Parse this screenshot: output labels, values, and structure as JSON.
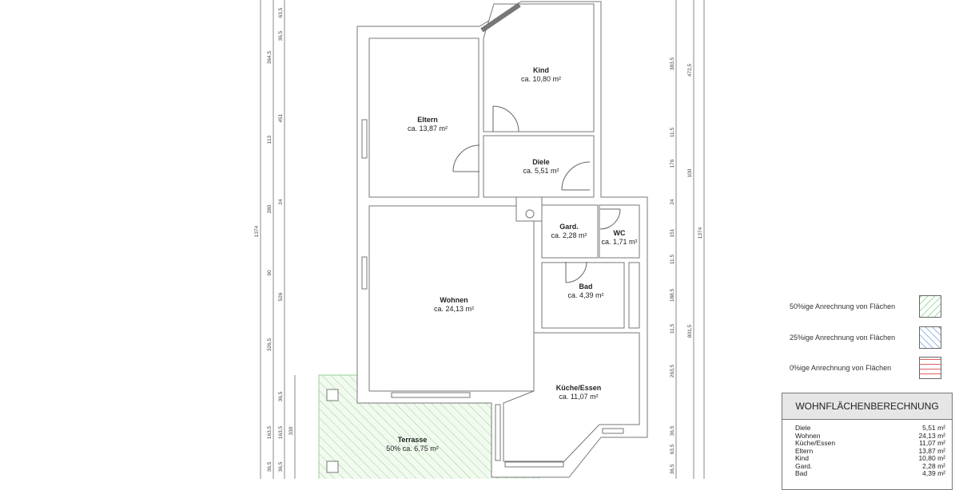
{
  "rooms": {
    "kind": {
      "name": "Kind",
      "area": "ca. 10,80 m²"
    },
    "eltern": {
      "name": "Eltern",
      "area": "ca. 13,87 m²"
    },
    "diele": {
      "name": "Diele",
      "area": "ca. 5,51 m²"
    },
    "gard": {
      "name": "Gard.",
      "area": "ca. 2,28 m²"
    },
    "wc": {
      "name": "WC",
      "area": "ca. 1,71 m²"
    },
    "bad": {
      "name": "Bad",
      "area": "ca. 4,39 m²"
    },
    "wohnen": {
      "name": "Wohnen",
      "area": "ca. 24,13 m²"
    },
    "kueche": {
      "name": "Küche/Essen",
      "area": "ca. 11,07 m²"
    },
    "terrasse": {
      "name": "Terrasse",
      "area": "50% ca. 6,75 m²"
    }
  },
  "dimensions": {
    "left": [
      "1374",
      "364,5",
      "113",
      "280",
      "90",
      "326,5",
      "163,5",
      "36,5",
      "63,5",
      "36,5",
      "451",
      "24",
      "526",
      "36,5",
      "163,5",
      "36,5",
      "330"
    ],
    "right": [
      "383,5",
      "11,5",
      "176",
      "24",
      "151",
      "11,5",
      "188,5",
      "11,5",
      "263,5",
      "36,5",
      "63,5",
      "36,5",
      "472,5",
      "100",
      "801,5",
      "1374"
    ]
  },
  "legend": [
    {
      "label": "50%ige Anrechnung von Flächen",
      "color": "#7ccf7c",
      "pattern": "diagonal-up"
    },
    {
      "label": "25%ige Anrechnung von Flächen",
      "color": "#6a9fd8",
      "pattern": "diagonal-down"
    },
    {
      "label": "0%ige Anrechnung von Flächen",
      "color": "#e06060",
      "pattern": "horizontal"
    }
  ],
  "table": {
    "title": "WOHNFLÄCHENBERECHNUNG",
    "rows": [
      {
        "name": "Diele",
        "value": "5,51 m²"
      },
      {
        "name": "Wohnen",
        "value": "24,13 m²"
      },
      {
        "name": "Küche/Essen",
        "value": "11,07 m²"
      },
      {
        "name": "Eltern",
        "value": "13,87 m²"
      },
      {
        "name": "Kind",
        "value": "10,80 m²"
      },
      {
        "name": "Gard.",
        "value": "2,28 m²"
      },
      {
        "name": "Bad",
        "value": "4,39 m²"
      }
    ]
  }
}
